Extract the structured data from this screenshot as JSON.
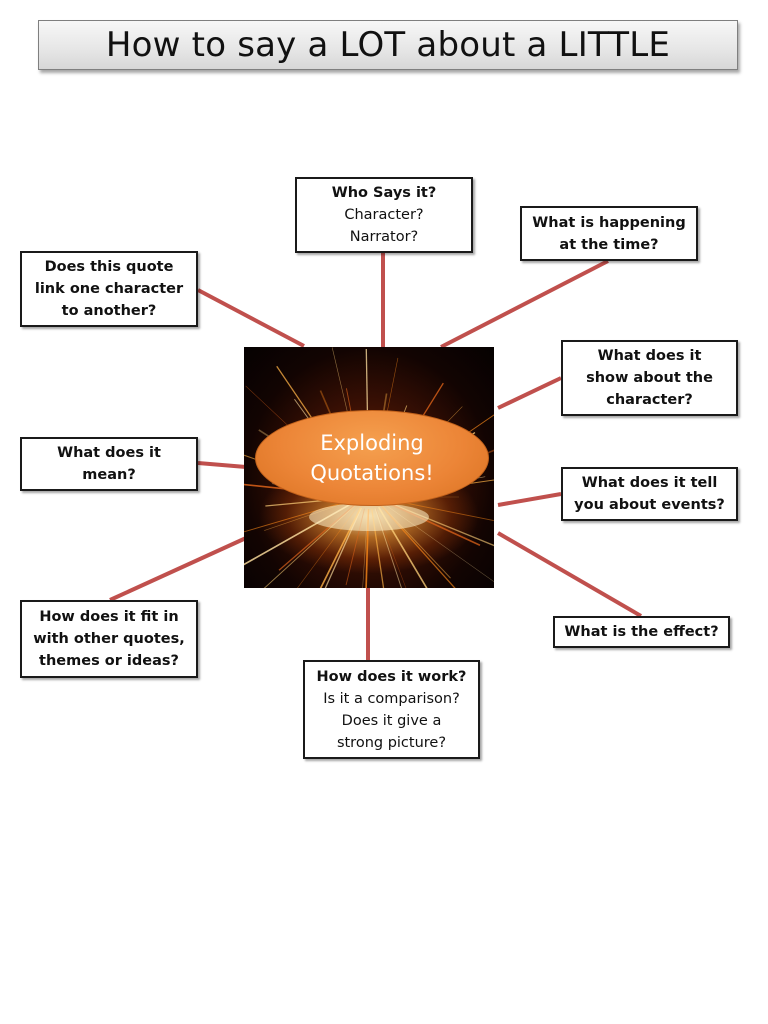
{
  "title": "How to say a LOT about a LITTLE",
  "center": {
    "line1": "Exploding",
    "line2": "Quotations!"
  },
  "colors": {
    "connector": "#c0504d",
    "ellipse": "#ec8537",
    "box_border": "#1a1a1a"
  },
  "boxes": {
    "who_says": {
      "title": "Who Says it?",
      "line2": "Character?",
      "line3": "Narrator?"
    },
    "happening": {
      "line1": "What is happening",
      "line2": "at the time?"
    },
    "link": {
      "line1": "Does this quote",
      "line2": "link one character",
      "line3": "to another?"
    },
    "show_character": {
      "line1": "What does  it",
      "line2": "show about the",
      "line3": "character?"
    },
    "mean": {
      "line1": "What does  it",
      "line2": "mean?"
    },
    "events": {
      "line1": "What does  it tell",
      "line2": "you about events?"
    },
    "fit": {
      "line1": "How does it fit in",
      "line2": "with other quotes,",
      "line3": "themes or ideas?"
    },
    "effect": {
      "line1": "What is the effect?"
    },
    "work": {
      "title": "How does it work?",
      "line2": "Is it a comparison?",
      "line3": "Does it give a",
      "line4": "strong picture?"
    }
  }
}
